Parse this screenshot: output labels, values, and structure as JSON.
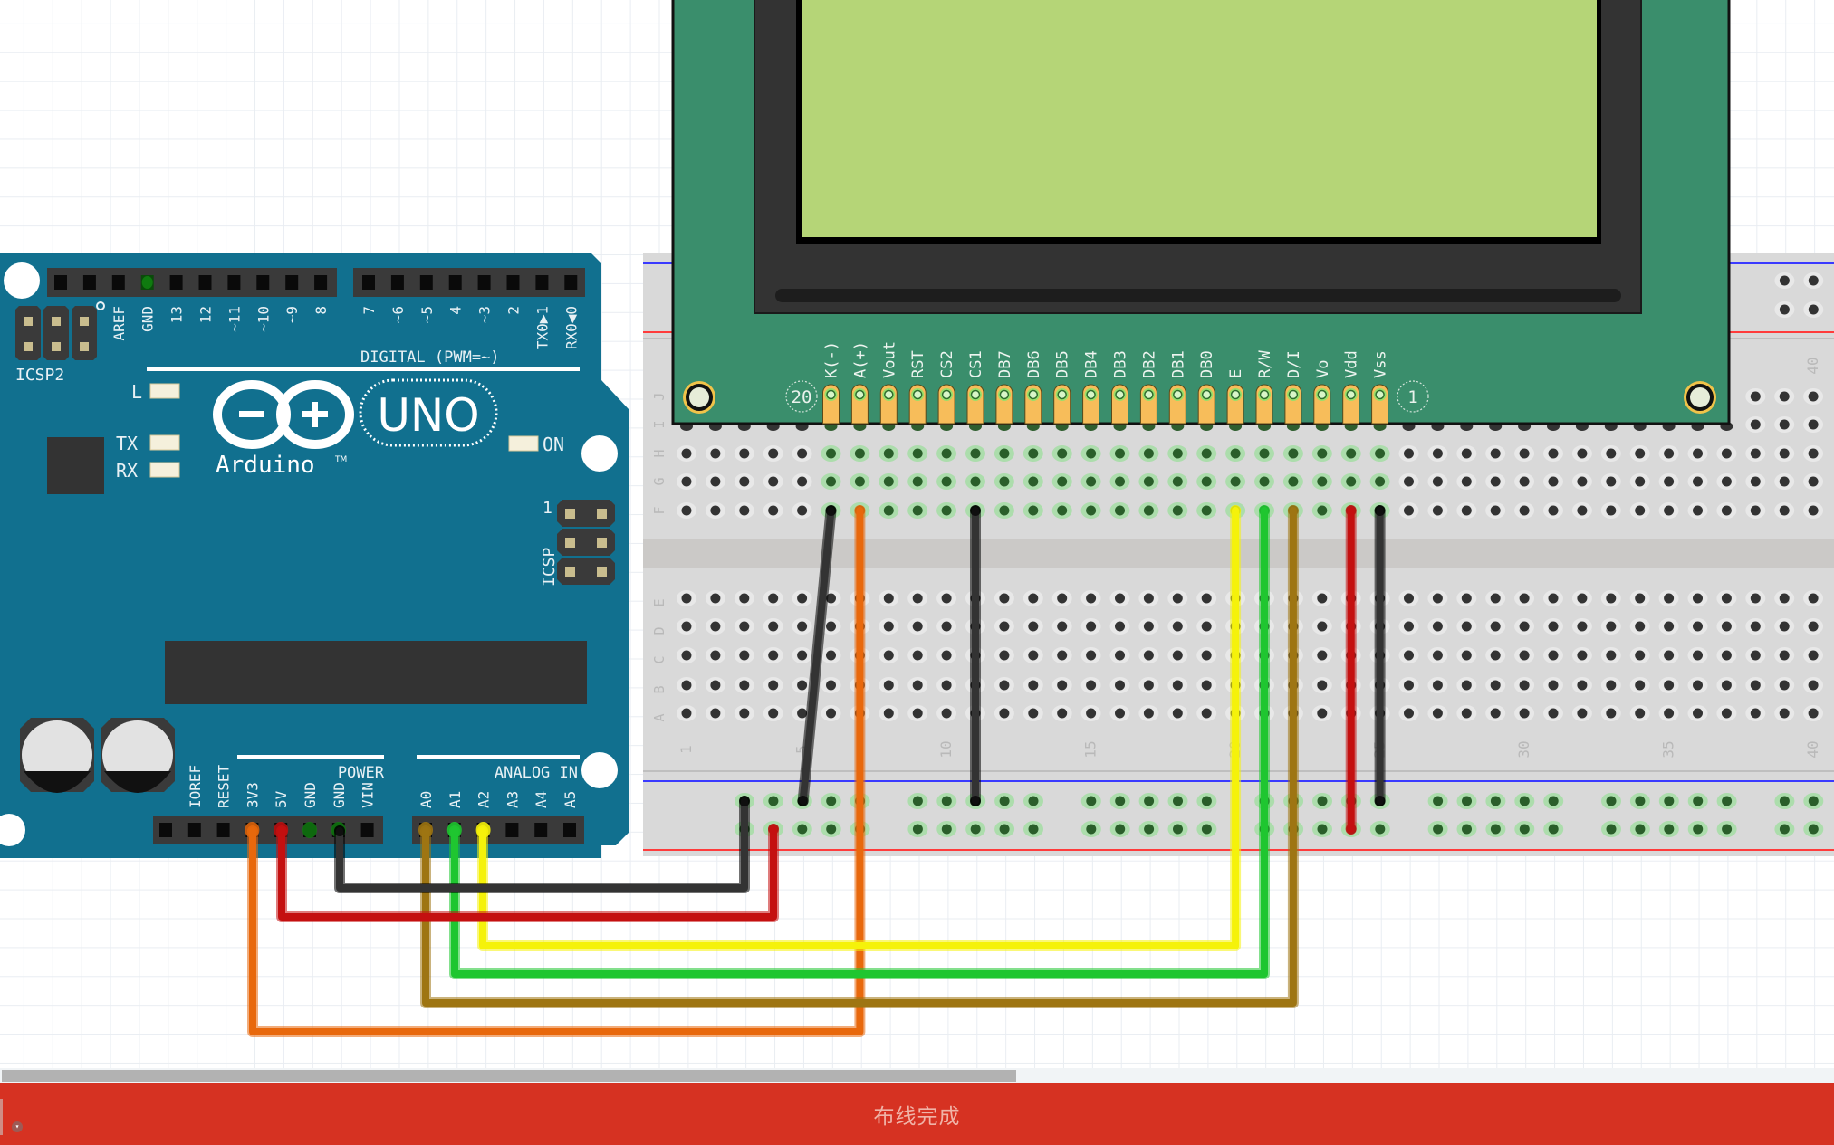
{
  "app": {
    "status_message": "布线完成",
    "status_dropdown_icon": "▾"
  },
  "colors": {
    "arduino_pcb": "#11708f",
    "breadboard": "#d9d9d9",
    "lcd_pcb": "#3a8e6c",
    "lcd_screen": "#b5d577",
    "status_bar": "#d63222",
    "rail_blue": "#2b2bff",
    "rail_red": "#ff3030"
  },
  "arduino": {
    "logo_text": "Arduino",
    "tm": "TM",
    "model": "UNO",
    "icsp2_label": "ICSP2",
    "icsp_label": "ICSP",
    "icsp_pin1": "1",
    "led_labels": {
      "l": "L",
      "tx": "TX",
      "rx": "RX",
      "on": "ON"
    },
    "digital_label": "DIGITAL (PWM=~)",
    "digital_left_pins": [
      "",
      "AREF",
      "GND",
      "13",
      "12",
      "~11",
      "~10",
      "~9",
      "8"
    ],
    "digital_right_pins": [
      "7",
      "~6",
      "~5",
      "4",
      "~3",
      "2",
      "TX0▶1",
      "RX0◀0"
    ],
    "power_label": "POWER",
    "analog_label": "ANALOG IN",
    "power_pins": [
      "",
      "IOREF",
      "RESET",
      "3V3",
      "5V",
      "GND",
      "GND",
      "VIN"
    ],
    "analog_pins": [
      "A0",
      "A1",
      "A2",
      "A3",
      "A4",
      "A5"
    ]
  },
  "breadboard": {
    "row_letters_top": [
      "J",
      "I",
      "H",
      "G",
      "F"
    ],
    "row_letters_bottom": [
      "E",
      "D",
      "C",
      "B",
      "A"
    ],
    "column_numbers": [
      "1",
      "5",
      "10",
      "15",
      "20",
      "25",
      "30",
      "35",
      "40"
    ],
    "top_number": "40"
  },
  "lcd": {
    "pins": [
      "K(-)",
      "A(+)",
      "Vout",
      "RST",
      "CS2",
      "CS1",
      "DB7",
      "DB6",
      "DB5",
      "DB4",
      "DB3",
      "DB2",
      "DB1",
      "DB0",
      "E",
      "R/W",
      "D/I",
      "Vo",
      "Vdd",
      "Vss"
    ],
    "pin_first_marker": "20",
    "pin_last_marker": "1"
  },
  "wires": [
    {
      "name": "wire-black-vss-bk",
      "color": "#333333",
      "from": "LCD K(-)",
      "to": "GND rail"
    },
    {
      "name": "wire-orange-backlight",
      "color": "#e8680c",
      "from": "LCD A(+)",
      "to": "3V3"
    },
    {
      "name": "wire-black-cs1",
      "color": "#333333",
      "from": "LCD CS1",
      "to": "GND rail"
    },
    {
      "name": "wire-yellow-e",
      "color": "#f5f20a",
      "from": "LCD E",
      "to": "A2"
    },
    {
      "name": "wire-green-rw",
      "color": "#1fc630",
      "from": "LCD R/W",
      "to": "A1"
    },
    {
      "name": "wire-brown-di",
      "color": "#9e7512",
      "from": "LCD D/I",
      "to": "A0"
    },
    {
      "name": "wire-red-vdd",
      "color": "#c41010",
      "from": "LCD Vdd",
      "to": "5V rail"
    },
    {
      "name": "wire-black-vss",
      "color": "#333333",
      "from": "LCD Vss",
      "to": "GND rail"
    },
    {
      "name": "wire-black-gnd",
      "color": "#333333",
      "from": "Arduino GND",
      "to": "GND rail"
    },
    {
      "name": "wire-red-5v",
      "color": "#c41010",
      "from": "Arduino 5V",
      "to": "5V rail"
    }
  ]
}
